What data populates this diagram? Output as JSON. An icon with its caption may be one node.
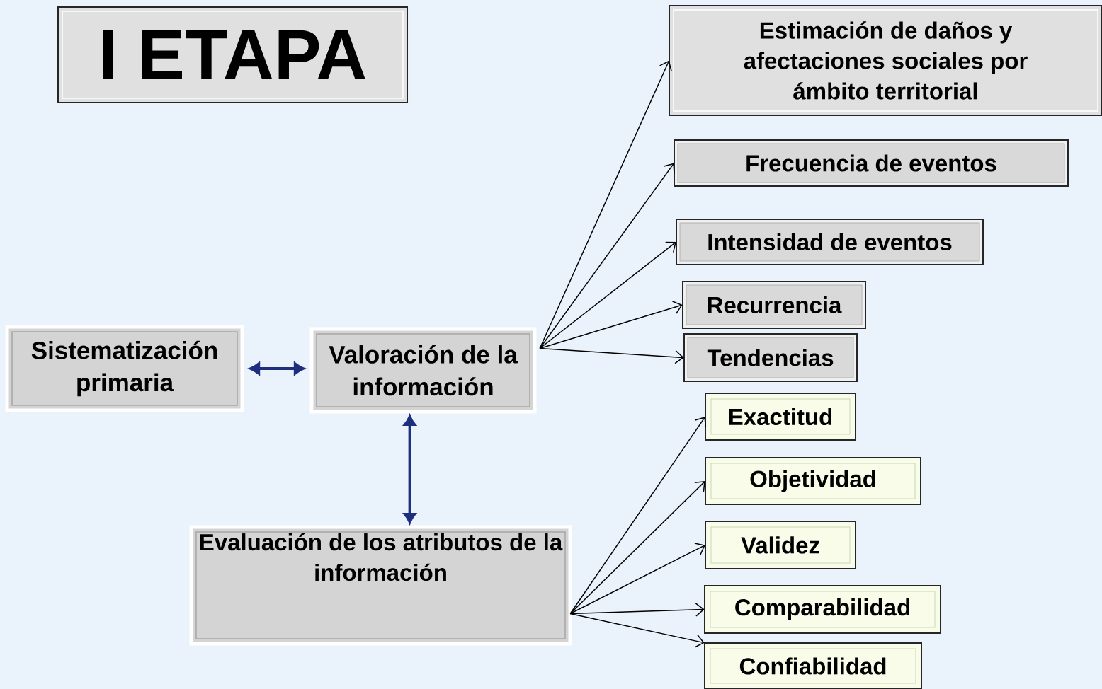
{
  "diagram": {
    "nodes": [
      {
        "text": [
          "I ETAPA"
        ]
      },
      {
        "text": [
          "Sistematización primaria"
        ]
      },
      {
        "text": [
          "Valoración de la información"
        ]
      },
      {
        "text": [
          "Evaluación de los atributos de la información"
        ]
      },
      {
        "text": [
          "Estimación de daños y afectaciones sociales por ámbito territorial"
        ]
      },
      {
        "text": [
          "Frecuencia de eventos"
        ]
      },
      {
        "text": [
          "Intensidad de eventos"
        ]
      },
      {
        "text": [
          "Recurrencia"
        ]
      },
      {
        "text": [
          "Tendencias"
        ]
      },
      {
        "text": [
          "Exactitud"
        ]
      },
      {
        "text": [
          "Objetividad"
        ]
      },
      {
        "text": [
          "Validez"
        ]
      },
      {
        "text": [
          "Comparabilidad"
        ]
      },
      {
        "text": [
          "Confiabilidad"
        ]
      }
    ],
    "edges": [
      {
        "from": 1,
        "to": 2,
        "arrow": "both",
        "style": "thick",
        "color": "#1f2f7f"
      },
      {
        "from": 2,
        "to": 3,
        "arrow": "both",
        "style": "thick",
        "color": "#1f2f7f"
      },
      {
        "from": 2,
        "to": 4,
        "arrow": "to"
      },
      {
        "from": 2,
        "to": 5,
        "arrow": "to"
      },
      {
        "from": 2,
        "to": 6,
        "arrow": "to"
      },
      {
        "from": 2,
        "to": 7,
        "arrow": "to"
      },
      {
        "from": 2,
        "to": 8,
        "arrow": "to"
      },
      {
        "from": 3,
        "to": 9,
        "arrow": "to"
      },
      {
        "from": 3,
        "to": 10,
        "arrow": "to"
      },
      {
        "from": 3,
        "to": 11,
        "arrow": "to"
      },
      {
        "from": 3,
        "to": 12,
        "arrow": "to"
      },
      {
        "from": 3,
        "to": 13,
        "arrow": "to"
      }
    ]
  }
}
